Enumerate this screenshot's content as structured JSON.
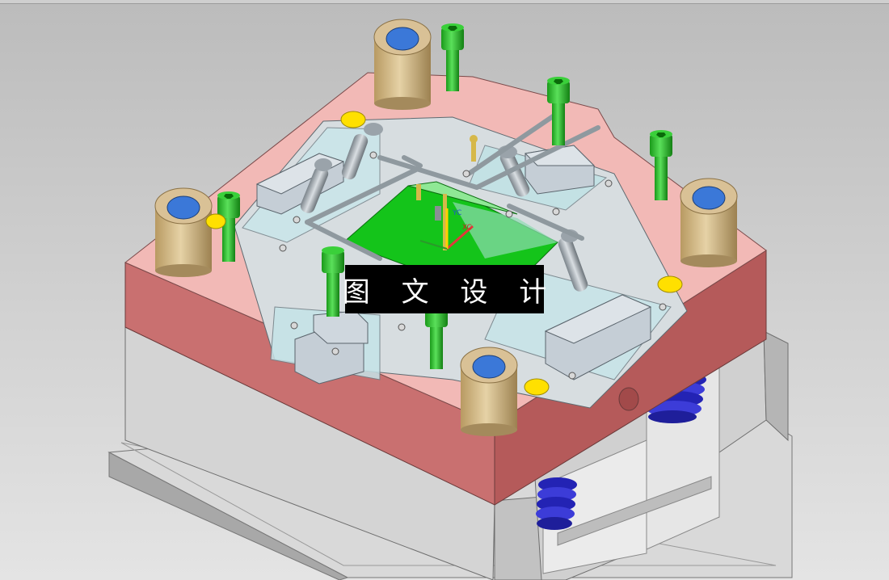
{
  "viewport": {
    "background_top": "#bdbdbd",
    "background_bottom": "#e2e2e2"
  },
  "colors": {
    "plate": "#f0b7b4",
    "plate_side_front": "#c96f6e",
    "plate_side_right": "#b25a5a",
    "base_grey": "#d6d6d6",
    "base_grey_dark": "#a9a9a9",
    "bushing": "#d2b98a",
    "bushing_hole": "#3b78d8",
    "screw": "#28c828",
    "core": "#12c21a",
    "slider": "#bcc6ce",
    "spring": "#2b2bc8",
    "marker": "#ffe000"
  },
  "watermark": {
    "text": "图 文 设 计"
  },
  "axes_labels": {
    "x": "XC",
    "y": "YC"
  }
}
